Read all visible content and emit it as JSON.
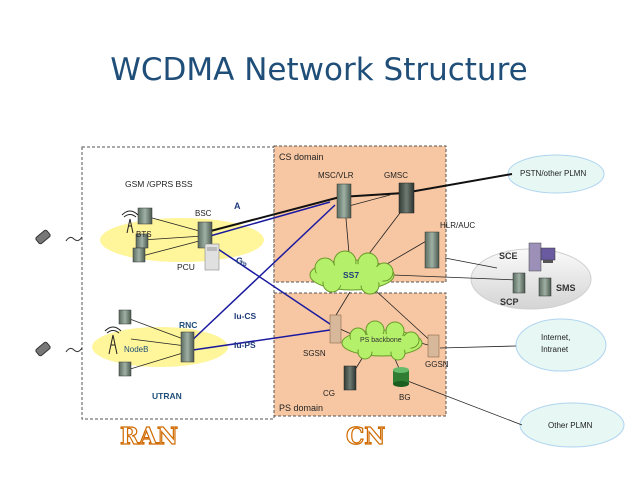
{
  "title": "WCDMA Network Structure",
  "ran": {
    "big_label": "RAN",
    "gsm_label": "GSM /GPRS  BSS",
    "bsc": "BSC",
    "bts": "BTS",
    "pcu": "PCU",
    "rnc": "RNC",
    "nodeb": "NodeB",
    "utran": "UTRAN"
  },
  "interfaces": {
    "a": "A",
    "gb": "G",
    "gb_sub": "b",
    "iu_cs": "Iu-CS",
    "iu_ps": "Iu-PS"
  },
  "cn": {
    "big_label": "CN",
    "cs_domain": "CS domain",
    "msc_vlr": "MSC/VLR",
    "gmsc": "GMSC",
    "hlr_auc": "HLR/AUC",
    "ss7": "SS7",
    "ps_domain": "PS   domain",
    "ps_backbone": "PS backbone",
    "sgsn": "SGSN",
    "ggsn": "GGSN",
    "cg": "CG",
    "bg": "BG"
  },
  "external": {
    "pstn": "PSTN/other PLMN",
    "internet_l1": "Internet,",
    "internet_l2": "Intranet",
    "other_plmn": "Other PLMN",
    "sce": "SCE",
    "sms": "SMS",
    "scp": "SCP"
  },
  "colors": {
    "title": "#1f4e79",
    "cs_fill": "#f7c7a3",
    "ps_fill": "#f7c7a3",
    "ellipse": "#fff59a",
    "cloud": "#b5f06a",
    "cloud_bubble": "#e6f7f4",
    "interface_line": "#1a1aa0",
    "big_label": "#d06a00"
  }
}
